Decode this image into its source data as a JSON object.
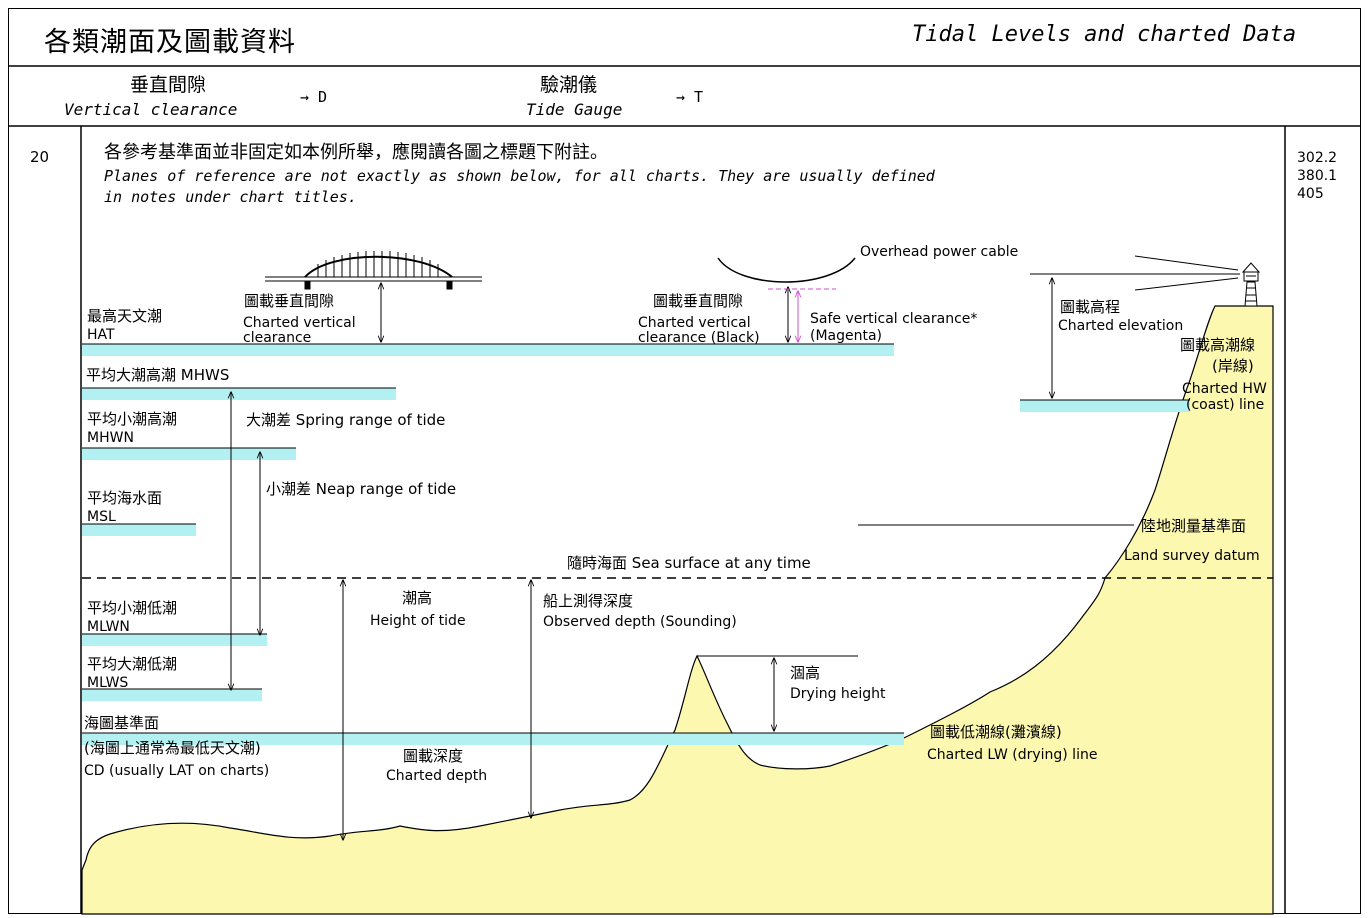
{
  "header": {
    "title_zh": "各類潮面及圖載資料",
    "title_en": "Tidal Levels and charted Data"
  },
  "legend": {
    "clearance_zh": "垂直間隙",
    "clearance_en": "Vertical clearance",
    "clearance_arrow": "→ D",
    "gauge_zh": "驗潮儀",
    "gauge_en": "Tide Gauge",
    "gauge_arrow": "→ T"
  },
  "section": {
    "number": "20",
    "note_zh": "各參考基準面並非固定如本例所舉，應閱讀各圖之標題下附註。",
    "note_en_line1": "Planes of reference are not exactly as shown below, for all charts. They are usually defined",
    "note_en_line2": "in notes under chart titles.",
    "refs": [
      "302.2",
      "380.1",
      "405"
    ]
  },
  "diagram": {
    "colors": {
      "water": "#b3f0f2",
      "land": "#fdf8b0",
      "magenta": "#d050d0"
    },
    "hat_zh": "最高天文潮",
    "hat_en": "HAT",
    "mhws": "平均大潮高潮 MHWS",
    "mhwn_zh": "平均小潮高潮",
    "mhwn_en": "MHWN",
    "msl_zh": "平均海水面",
    "msl_en": "MSL",
    "mlwn_zh": "平均小潮低潮",
    "mlwn_en": "MLWN",
    "mlws_zh": "平均大潮低潮",
    "mlws_en": "MLWS",
    "cd_zh1": "海圖基準面",
    "cd_zh2": "(海圖上通常為最低天文潮)",
    "cd_en": "CD (usually LAT on charts)",
    "spring_zh": "大潮差",
    "spring_en": "Spring range of tide",
    "neap_zh": "小潮差",
    "neap_en": "Neap range of tide",
    "bridge_zh": "圖載垂直間隙",
    "bridge_en1": "Charted vertical",
    "bridge_en2": "clearance",
    "cable_zh": "圖載垂直間隙",
    "cable_en1": "Charted vertical",
    "cable_en2": "clearance (Black)",
    "cable_label": "Overhead power cable",
    "safe_en1": "Safe vertical clearance*",
    "safe_en2": "(Magenta)",
    "elev_zh": "圖載高程",
    "elev_en": "Charted elevation",
    "hw_zh1": "圖載高潮線",
    "hw_zh2": "(岸線)",
    "hw_en1": "Charted HW",
    "hw_en2": "(coast) line",
    "land_zh": "陸地測量基準面",
    "land_en": "Land survey datum",
    "sea_zh": "隨時海面",
    "sea_en": "Sea surface at any time",
    "tide_zh": "潮高",
    "tide_en": "Height of tide",
    "obs_zh": "船上測得深度",
    "obs_en": "Observed depth (Sounding)",
    "dry_zh": "涸高",
    "dry_en": "Drying height",
    "lw_zh": "圖載低潮線(灘濱線)",
    "lw_en": "Charted LW (drying) line",
    "depth_zh": "圖載深度",
    "depth_en": "Charted depth"
  }
}
